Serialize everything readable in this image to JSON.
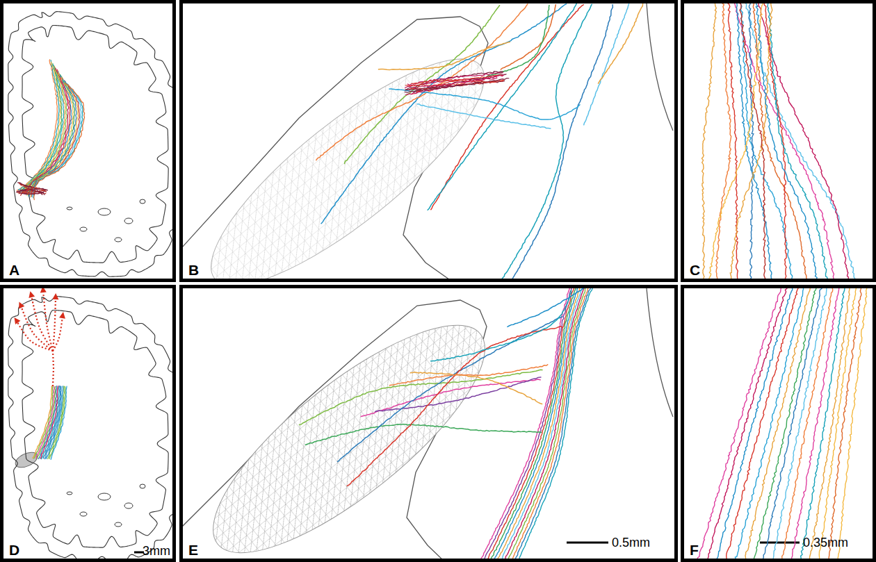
{
  "diagram": {
    "nodes": [
      {
        "text": [
          "A"
        ]
      },
      {
        "text": [
          "B"
        ]
      },
      {
        "text": [
          "C"
        ]
      },
      {
        "text": [
          "D",
          "3mm"
        ]
      },
      {
        "text": [
          "E",
          "0.5mm"
        ]
      },
      {
        "text": [
          "F",
          "0.35mm"
        ]
      }
    ]
  }
}
